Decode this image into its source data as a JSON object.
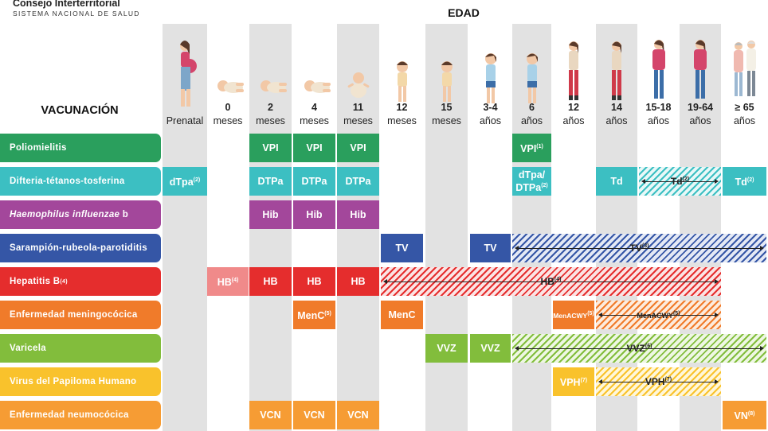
{
  "header": {
    "org_name": "Consejo Interterritorial",
    "org_subtitle": "SISTEMA NACIONAL DE SALUD",
    "edad_title": "EDAD",
    "vacunacion_title": "VACUNACIÓN"
  },
  "columns": [
    {
      "num": "",
      "unit": "Prenatal"
    },
    {
      "num": "0",
      "unit": "meses"
    },
    {
      "num": "2",
      "unit": "meses"
    },
    {
      "num": "4",
      "unit": "meses"
    },
    {
      "num": "11",
      "unit": "meses"
    },
    {
      "num": "12",
      "unit": "meses"
    },
    {
      "num": "15",
      "unit": "meses"
    },
    {
      "num": "3-4",
      "unit": "años"
    },
    {
      "num": "6",
      "unit": "años"
    },
    {
      "num": "12",
      "unit": "años"
    },
    {
      "num": "14",
      "unit": "años"
    },
    {
      "num": "15-18",
      "unit": "años"
    },
    {
      "num": "19-64",
      "unit": "años"
    },
    {
      "num": "≥ 65",
      "unit": "años"
    }
  ],
  "rows": [
    {
      "label": "Poliomielitis",
      "sup": "",
      "italic": false,
      "color": "#2a9f5d"
    },
    {
      "label": "Difteria-tétanos-tosferina",
      "sup": "",
      "italic": false,
      "color": "#3cbfc2"
    },
    {
      "label": "Haemophilus influenzae",
      "label_suffix": " b",
      "sup": "",
      "italic": true,
      "color": "#a3479b"
    },
    {
      "label": "Sarampión-rubeola-parotiditis",
      "sup": "",
      "italic": false,
      "color": "#3556a6"
    },
    {
      "label": "Hepatitis B",
      "sup": "(4)",
      "italic": false,
      "color": "#e52d2d"
    },
    {
      "label": "Enfermedad meningocócica",
      "sup": "",
      "italic": false,
      "color": "#f07b2a"
    },
    {
      "label": "Varicela",
      "sup": "",
      "italic": false,
      "color": "#82bd3c"
    },
    {
      "label": "Virus del Papiloma Humano",
      "sup": "",
      "italic": false,
      "color": "#f9c22c"
    },
    {
      "label": "Enfermedad neumocócica",
      "sup": "",
      "italic": false,
      "color": "#f69c34"
    }
  ],
  "cells": [
    {
      "row": 0,
      "col": 2,
      "text": "VPI",
      "sup": ""
    },
    {
      "row": 0,
      "col": 3,
      "text": "VPI",
      "sup": ""
    },
    {
      "row": 0,
      "col": 4,
      "text": "VPI",
      "sup": ""
    },
    {
      "row": 0,
      "col": 8,
      "text": "VPI",
      "sup": "(1)"
    },
    {
      "row": 1,
      "col": 0,
      "text": "dTpa",
      "sup": "(2)"
    },
    {
      "row": 1,
      "col": 2,
      "text": "DTPa",
      "sup": ""
    },
    {
      "row": 1,
      "col": 3,
      "text": "DTPa",
      "sup": ""
    },
    {
      "row": 1,
      "col": 4,
      "text": "DTPa",
      "sup": ""
    },
    {
      "row": 1,
      "col": 8,
      "text": "dTpa/",
      "text2": "DTPa",
      "sup": "(2)"
    },
    {
      "row": 1,
      "col": 10,
      "text": "Td",
      "sup": ""
    },
    {
      "row": 1,
      "col": 13,
      "text": "Td",
      "sup": "(2)"
    },
    {
      "row": 2,
      "col": 2,
      "text": "Hib",
      "sup": ""
    },
    {
      "row": 2,
      "col": 3,
      "text": "Hib",
      "sup": ""
    },
    {
      "row": 2,
      "col": 4,
      "text": "Hib",
      "sup": ""
    },
    {
      "row": 3,
      "col": 5,
      "text": "TV",
      "sup": ""
    },
    {
      "row": 3,
      "col": 7,
      "text": "TV",
      "sup": ""
    },
    {
      "row": 4,
      "col": 1,
      "text": "HB",
      "sup": "(4)",
      "light": true
    },
    {
      "row": 4,
      "col": 2,
      "text": "HB",
      "sup": ""
    },
    {
      "row": 4,
      "col": 3,
      "text": "HB",
      "sup": ""
    },
    {
      "row": 4,
      "col": 4,
      "text": "HB",
      "sup": ""
    },
    {
      "row": 5,
      "col": 3,
      "text": "MenC",
      "sup": "(5)"
    },
    {
      "row": 5,
      "col": 5,
      "text": "MenC",
      "sup": ""
    },
    {
      "row": 5,
      "col": 9,
      "text": "MenACWY",
      "sup": "(5)",
      "small": true
    },
    {
      "row": 6,
      "col": 6,
      "text": "VVZ",
      "sup": ""
    },
    {
      "row": 6,
      "col": 7,
      "text": "VVZ",
      "sup": ""
    },
    {
      "row": 7,
      "col": 9,
      "text": "VPH",
      "sup": "(7)"
    },
    {
      "row": 8,
      "col": 2,
      "text": "VCN",
      "sup": ""
    },
    {
      "row": 8,
      "col": 3,
      "text": "VCN",
      "sup": ""
    },
    {
      "row": 8,
      "col": 4,
      "text": "VCN",
      "sup": ""
    },
    {
      "row": 8,
      "col": 13,
      "text": "VN",
      "sup": "(8)"
    }
  ],
  "spans": [
    {
      "row": 1,
      "from": 11,
      "to": 12,
      "text": "Td",
      "sup": "(2)",
      "stripe": "#3cbfc2",
      "bg": "#e8f8f8"
    },
    {
      "row": 3,
      "from": 8,
      "to": 13,
      "text": "TV",
      "sup": "(3)",
      "stripe": "#3556a6",
      "bg": "#e4e9f5"
    },
    {
      "row": 4,
      "from": 5,
      "to": 12,
      "text": "HB",
      "sup": "(4)",
      "stripe": "#e52d2d",
      "bg": "#fbe4e4"
    },
    {
      "row": 5,
      "from": 10,
      "to": 12,
      "text": "MenACWY",
      "sup": "(5)",
      "stripe": "#f07b2a",
      "bg": "#fdebdc",
      "small": true
    },
    {
      "row": 6,
      "from": 8,
      "to": 13,
      "text": "VVZ",
      "sup": "(6)",
      "stripe": "#82bd3c",
      "bg": "#eef7e3"
    },
    {
      "row": 7,
      "from": 10,
      "to": 12,
      "text": "VPH",
      "sup": "(7)",
      "stripe": "#f9c22c",
      "bg": "#fff7d9"
    }
  ],
  "people": [
    {
      "col": 0,
      "kind": "pregnant",
      "icon": "pregnant-woman-icon"
    },
    {
      "col": 1,
      "kind": "baby-lying",
      "icon": "newborn-icon"
    },
    {
      "col": 2,
      "kind": "baby-lying",
      "icon": "baby-icon"
    },
    {
      "col": 3,
      "kind": "baby-lying",
      "icon": "baby-icon"
    },
    {
      "col": 4,
      "kind": "baby-sitting",
      "icon": "baby-icon"
    },
    {
      "col": 5,
      "kind": "toddler",
      "icon": "toddler-icon"
    },
    {
      "col": 6,
      "kind": "toddler",
      "icon": "toddler-icon"
    },
    {
      "col": 7,
      "kind": "child",
      "icon": "child-icon"
    },
    {
      "col": 8,
      "kind": "child",
      "icon": "child-icon"
    },
    {
      "col": 9,
      "kind": "teen",
      "icon": "girl-icon"
    },
    {
      "col": 10,
      "kind": "teen",
      "icon": "boy-icon"
    },
    {
      "col": 11,
      "kind": "adult",
      "icon": "young-woman-icon"
    },
    {
      "col": 12,
      "kind": "adult",
      "icon": "woman-icon"
    },
    {
      "col": 13,
      "kind": "elderly",
      "icon": "elderly-couple-icon"
    }
  ]
}
